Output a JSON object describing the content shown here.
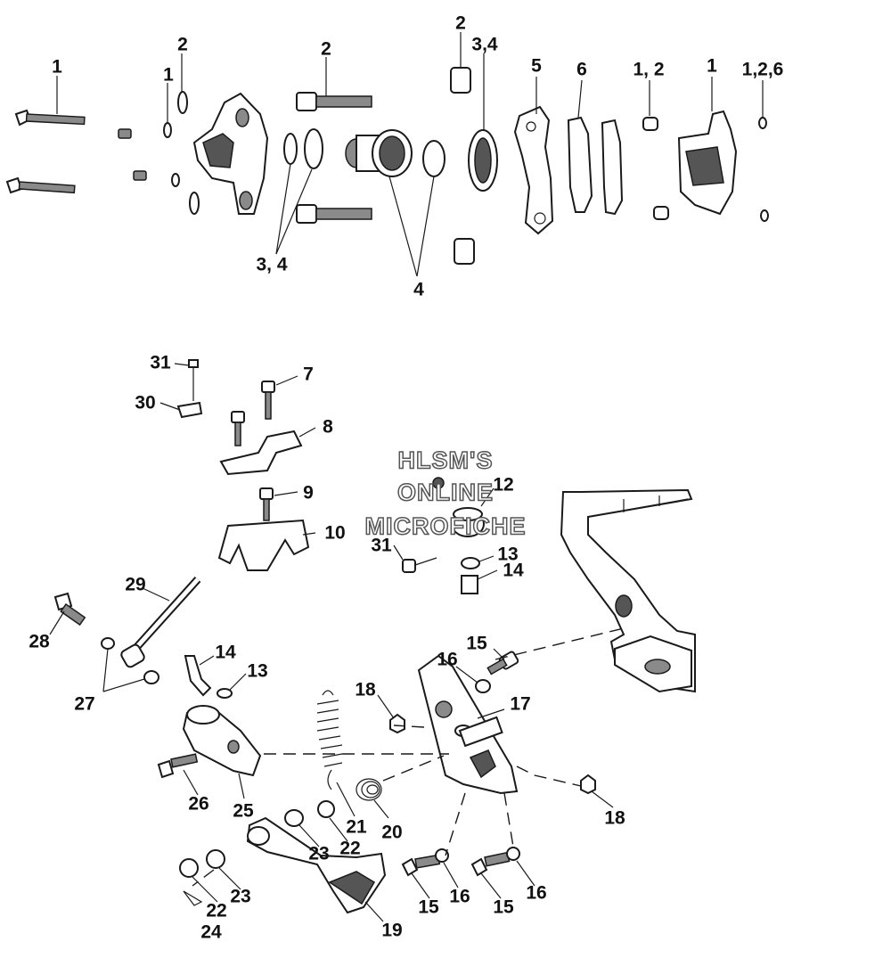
{
  "watermark": {
    "line1": "HLSM'S",
    "line2": "ONLINE",
    "line3": "MICROFICHE"
  },
  "callouts": {
    "top": {
      "bolt_left": "1",
      "washer_a": "2",
      "washer_b": "1",
      "bolt_mid": "2",
      "bushing_top": "2",
      "seal_a": "3,4",
      "bracket": "5",
      "pads": "6",
      "small_parts": "1, 2",
      "caliper": "1",
      "right_parts": "1,2,6",
      "seals_pair": "3, 4",
      "piston_group": "4"
    },
    "bottom": {
      "screw_top": "31",
      "clip": "30",
      "bolt_7": "7",
      "clamp_8": "8",
      "bolt_9": "9",
      "clamp_10": "10",
      "reservoir_12": "12",
      "screw_31b": "31",
      "clamp_13": "13",
      "hose_14": "14",
      "rod_29": "29",
      "bolt_28": "28",
      "washers_27": "27",
      "hose_14b": "14",
      "clamp_13b": "13",
      "bolt_15": "15",
      "washer_16": "16",
      "nut_18": "18",
      "plate_17": "17",
      "bolt_26": "26",
      "cylinder_25": "25",
      "spring_21": "21",
      "spring_20": "20",
      "nut_18b": "18",
      "bushing_23": "23",
      "washer_22": "22",
      "washer_23b": "23",
      "washer_22b": "22",
      "pin_24": "24",
      "pedal_19": "19",
      "bolt_15b": "15",
      "washer_16b": "16",
      "bolt_15c": "15",
      "washer_16c": "16"
    }
  }
}
